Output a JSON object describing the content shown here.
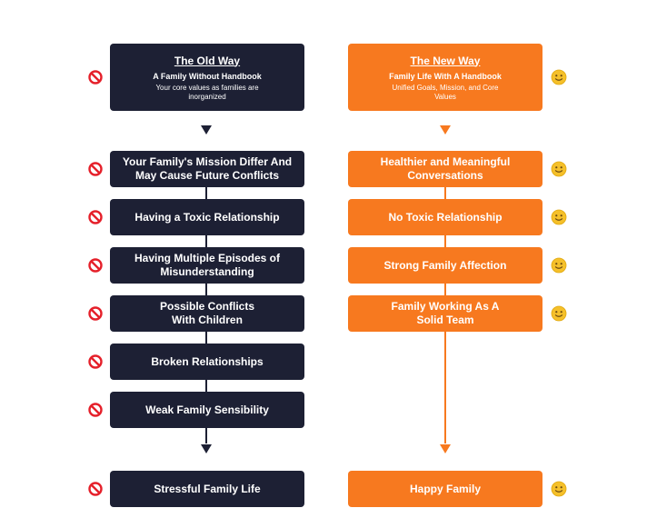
{
  "old_way": {
    "title": "The Old Way",
    "subtitle": "A Family Without Handbook",
    "description": "Your core values as families are inorganized",
    "items": [
      "Your Family's Mission Differ And May Cause Future Conflicts",
      "Having a Toxic Relationship",
      "Having Multiple Episodes of Misunderstanding",
      "Possible Conflicts With Children",
      "Broken Relationships",
      "Weak Family Sensibility"
    ],
    "result": "Stressful Family Life",
    "icon": "no-entry-icon",
    "color": "#1d2034"
  },
  "new_way": {
    "title": "The New Way",
    "subtitle": "Family Life With A Handbook",
    "description": "Unified Goals, Mission, and Core Values",
    "items": [
      "Healthier and Meaningful Conversations",
      "No Toxic Relationship",
      "Strong Family Affection",
      "Family Working As A Solid Team"
    ],
    "result": "Happy Family",
    "icon": "smiley-face-icon",
    "color": "#f7791f"
  }
}
